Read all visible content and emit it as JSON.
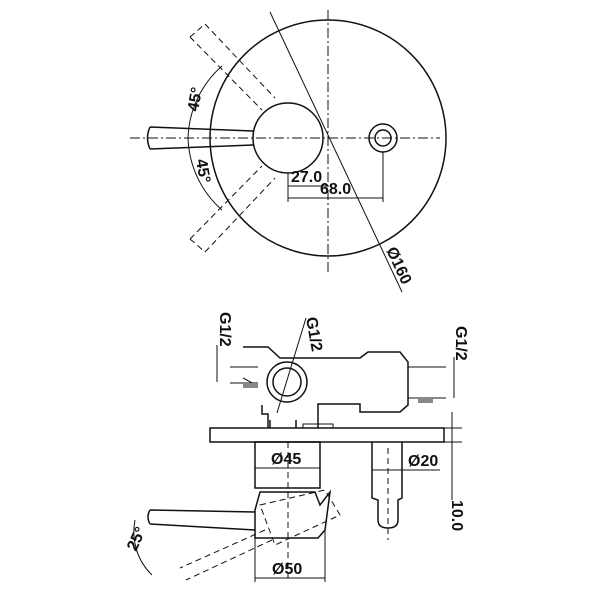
{
  "top_view": {
    "angle_upper": "45°",
    "angle_lower": "45°",
    "dim_handle_offset": "27.0",
    "dim_outlet_offset": "68.0",
    "dim_plate_diameter": "Ø160"
  },
  "side_view": {
    "thread_left": "G1/2",
    "thread_center": "G1/2",
    "thread_right": "G1/2",
    "dim_body_diameter": "Ø45",
    "dim_outlet_diameter": "Ø20",
    "dim_plate_thickness": "10.0",
    "angle_lever": "25°",
    "dim_handle_diameter": "Ø50"
  }
}
